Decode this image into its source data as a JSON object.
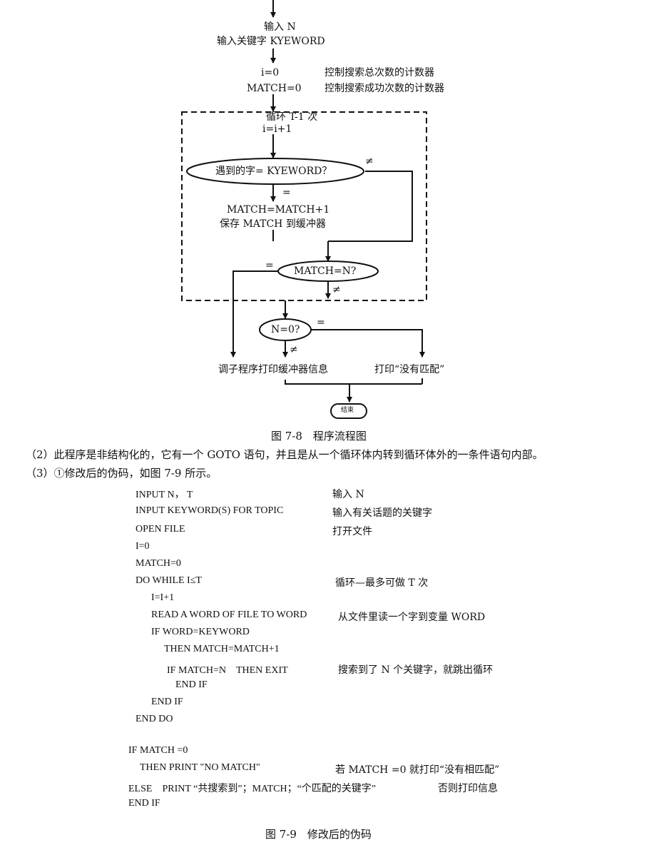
{
  "flowchart": {
    "input_n": "输入 N",
    "input_keyword": "输入关键字 KYEWORD",
    "init_i": "i=0",
    "init_i_comment": "控制搜索总次数的计数器",
    "init_match": "MATCH=0",
    "init_match_comment": "控制搜索成功次数的计数器",
    "loop_label": "循环 T-1 次",
    "incr_i": "i=i+1",
    "decision_word": "遇到的字= KYEWORD？",
    "not_equal": "≠",
    "equal": "=",
    "match_incr": "MATCH=MATCH+1",
    "save_match": "保存 MATCH 到缓冲器",
    "decision_match": "MATCH=N?",
    "decision_n0": "N=0?",
    "call_sub": "调子程序打印缓冲器信息",
    "print_nomatch": "打印“没有匹配”",
    "end_label": "结束"
  },
  "captions": {
    "fig78": "图 7-8　程序流程图",
    "fig79": "图 7-9　修改后的伪码"
  },
  "paragraphs": {
    "p2": "（2）此程序是非结构化的，它有一个 GOTO 语句，并且是从一个循环体内转到循环体外的一条件语句内部。",
    "p3": "（3）①修改后的伪码，如图 7-9 所示。"
  },
  "code_lines": [
    {
      "code": "INPUT N， T",
      "comment": "输入  N"
    },
    {
      "code": "INPUT KEYWORD(S) FOR TOPIC",
      "comment": "输入有关话题的关键字"
    },
    {
      "code": "OPEN FILE",
      "comment": "打开文件"
    },
    {
      "code": "I=0",
      "comment": ""
    },
    {
      "code": "MATCH=0",
      "comment": ""
    },
    {
      "code": "DO WHILE I≤T",
      "comment": "循环—最多可做 T 次"
    },
    {
      "code": "I=I+1",
      "comment": ""
    },
    {
      "code": "READ A WORD OF FILE TO WORD",
      "comment": "从文件里读一个字到变量 WORD"
    },
    {
      "code": "IF WORD=KEYWORD",
      "comment": ""
    },
    {
      "code": "THEN MATCH=MATCH+1",
      "comment": ""
    },
    {
      "code": "IF MATCH=N　THEN EXIT",
      "comment": "搜索到了 N 个关键字，就跳出循环"
    },
    {
      "code": "END IF",
      "comment": ""
    },
    {
      "code": "END IF",
      "comment": ""
    },
    {
      "code": "END DO",
      "comment": ""
    },
    {
      "code": "IF MATCH =0",
      "comment": ""
    },
    {
      "code": "THEN PRINT \"NO MATCH\"",
      "comment": "若 MATCH =0 就打印“没有相匹配”"
    },
    {
      "code": "ELSE　PRINT “共搜索到”；MATCH；“个匹配的关键字”",
      "comment": "否则打印信息"
    },
    {
      "code": "END IF",
      "comment": ""
    }
  ]
}
